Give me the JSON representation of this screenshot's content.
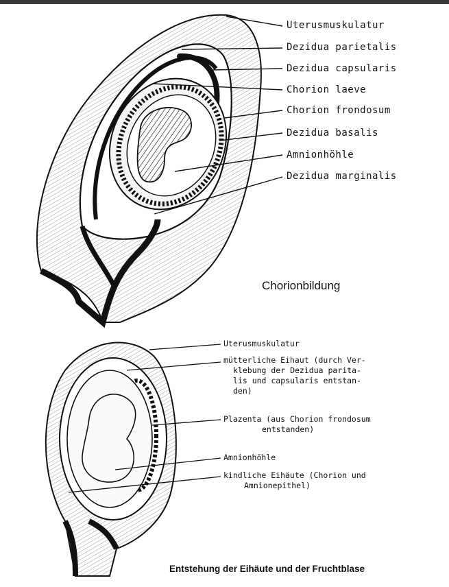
{
  "figure1": {
    "caption": "Chorionbildung",
    "labels": [
      "Uterusmuskulatur",
      "Dezidua parietalis",
      "Dezidua capsularis",
      "Chorion laeve",
      "Chorion frondosum",
      "Dezidua basalis",
      "Amnionhöhle",
      "Dezidua marginalis"
    ]
  },
  "figure2": {
    "caption": "Entstehung der Eihäute und der Fruchtblase",
    "labels": {
      "uterus": "Uterusmuskulatur",
      "maternal_line1": "mütterliche Eihaut (durch Ver-",
      "maternal_line2": "klebung der Dezidua parita-",
      "maternal_line3": "lis und capsularis entstan-",
      "maternal_line4": "den)",
      "placenta_line1": "Plazenta (aus Chorion frondosum",
      "placenta_line2": "entstanden)",
      "amnion": "Amnionhöhle",
      "child_line1": "kindliche Eihäute (Chorion und",
      "child_line2": "Amnionepithel)"
    }
  }
}
